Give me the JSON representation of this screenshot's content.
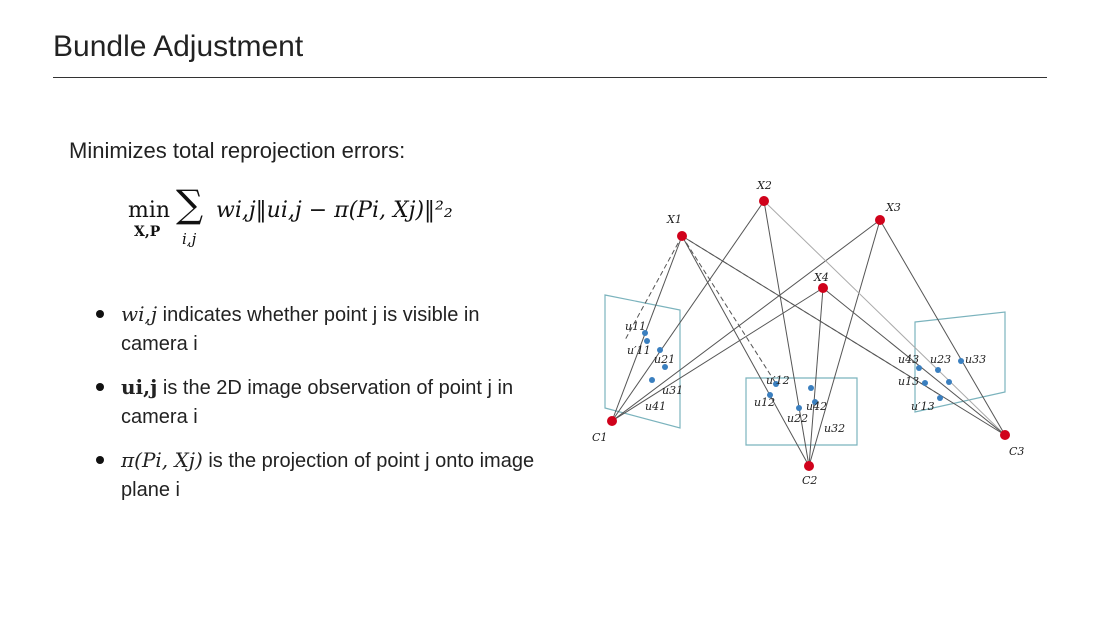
{
  "slide": {
    "title": "Bundle Adjustment",
    "subtitle": "Minimizes total reprojection errors:"
  },
  "formula": {
    "min": "min",
    "min_sub": "X,P",
    "sum_symbol": "∑",
    "sum_sub": "i,j",
    "body": "wi,j‖ui,j − π(Pi, Xj)‖²₂"
  },
  "bullets": [
    {
      "math": "wi,j",
      "text": " indicates whether point j is visible in camera i"
    },
    {
      "math": "ui,j",
      "text": " is the 2D image observation of point j in camera i"
    },
    {
      "math": "π(Pi, Xj)",
      "text": " is the projection of point j onto image plane i"
    }
  ],
  "diagram": {
    "colors": {
      "point3d": "#d0021b",
      "proj": "#3a7fbf",
      "plane": "#7bb3bd",
      "ray": "#555555"
    },
    "points3d": [
      "X1",
      "X2",
      "X3",
      "X4"
    ],
    "cameras": [
      "C1",
      "C2",
      "C3"
    ],
    "projections": [
      "u11",
      "u′11",
      "u21",
      "u31",
      "u41",
      "u′12",
      "u12",
      "u22",
      "u42",
      "u32",
      "u43",
      "u23",
      "u33",
      "u13",
      "u′13"
    ]
  }
}
